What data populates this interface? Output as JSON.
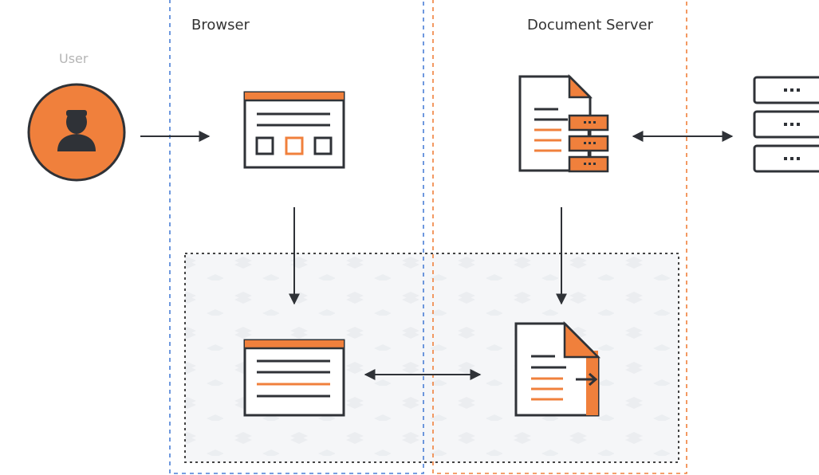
{
  "labels": {
    "user": "User",
    "browser": "Browser",
    "document_server": "Document Server"
  },
  "colors": {
    "accent_orange": "#f0803c",
    "dark": "#2f3237",
    "browser_border": "#4a7fd6",
    "server_border": "#f0803c"
  }
}
